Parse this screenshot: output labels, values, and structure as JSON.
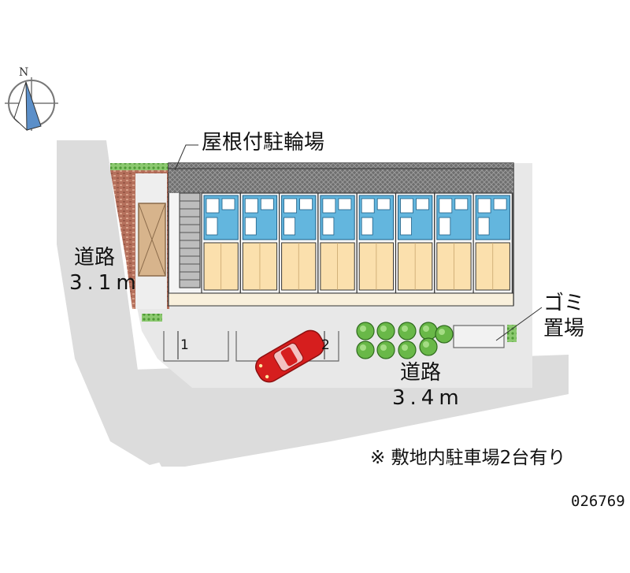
{
  "colors": {
    "road": "#dcdcdc",
    "lot": "#e8e8e8",
    "building_floor": "#fbe0ad",
    "water_area": "#63b6de",
    "brick": "#b5705c",
    "green": "#69b848",
    "car": "#d61e1e"
  },
  "icons": {
    "compass": "north-arrow-icon",
    "car": "car-icon"
  },
  "compass": {
    "north_letter": "N"
  },
  "labels": {
    "bicycle_parking": "屋根付駐輪場",
    "road_left_name": "道路",
    "road_left_width": "3.1m",
    "garbage_line1": "ゴミ",
    "garbage_line2": "置場",
    "road_bottom_name": "道路",
    "road_bottom_width": "3.4m",
    "parking_note": "※ 敷地内駐車場2台有り",
    "code": "026769"
  },
  "parking": {
    "slots": [
      "1",
      "2"
    ]
  },
  "building": {
    "unit_count": 8
  }
}
